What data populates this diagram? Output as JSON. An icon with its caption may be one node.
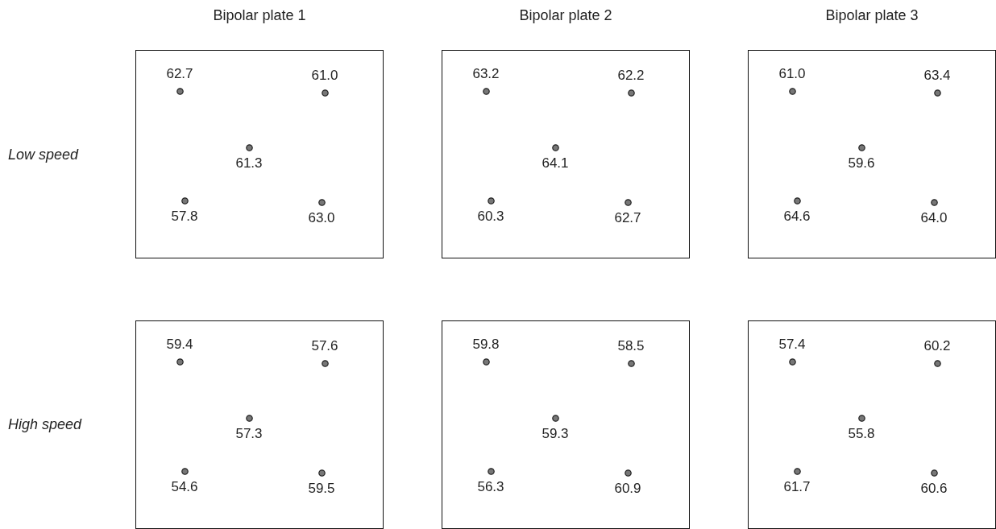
{
  "diagram": {
    "nodes": [
      {
        "text": [
          "62.7",
          "61.0",
          "61.3",
          "57.8",
          "63.0"
        ]
      },
      {
        "text": [
          "63.2",
          "62.2",
          "64.1",
          "60.3",
          "62.7"
        ]
      },
      {
        "text": [
          "61.0",
          "63.4",
          "59.6",
          "64.6",
          "64.0"
        ]
      },
      {
        "text": [
          "59.4",
          "57.6",
          "57.3",
          "54.6",
          "59.5"
        ]
      },
      {
        "text": [
          "59.8",
          "58.5",
          "59.3",
          "56.3",
          "60.9"
        ]
      },
      {
        "text": [
          "57.4",
          "60.2",
          "55.8",
          "61.7",
          "60.6"
        ]
      }
    ],
    "labels": [
      "Bipolar plate 1",
      "Bipolar plate 2",
      "Bipolar plate 3",
      "Low speed",
      "High speed"
    ]
  }
}
